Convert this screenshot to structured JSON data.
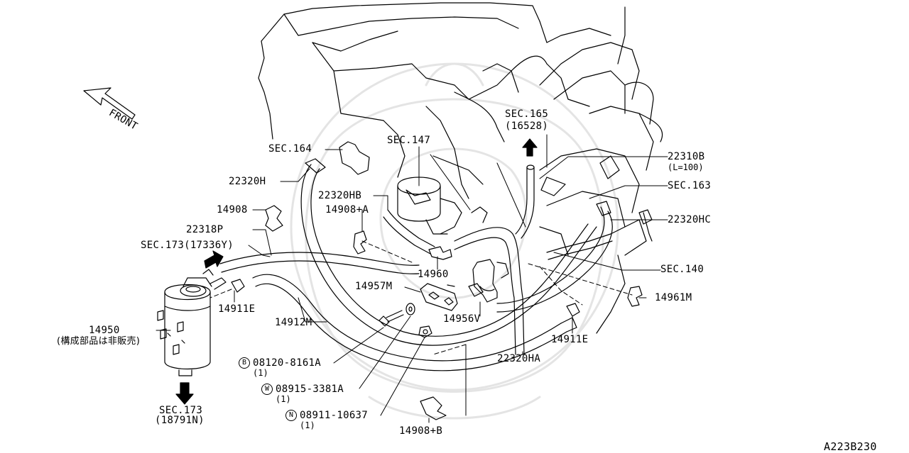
{
  "labels": {
    "front": "FRONT",
    "sec164": "SEC.164",
    "sec147": "SEC.147",
    "sec165": "SEC.165",
    "sec165_sub": "(16528)",
    "p22310b": "22310B",
    "p22310b_sub": "(L=100)",
    "sec163": "SEC.163",
    "p22320h": "22320H",
    "p22320hb": "22320HB",
    "p14908": "14908",
    "p14908a": "14908+A",
    "p22320hc": "22320HC",
    "p22318p": "22318P",
    "sec173_top": "SEC.173(17336Y)",
    "p14960": "14960",
    "sec140": "SEC.140",
    "p14957m": "14957M",
    "p14961m": "14961M",
    "p14911e_left": "14911E",
    "p14912m": "14912M",
    "p14956v": "14956V",
    "p14950": "14950",
    "p14950_note": "(構成部品は非販売)",
    "p14911e_right": "14911E",
    "bolt_prefix": "B",
    "bolt_part": "08120-8161A",
    "bolt_qty": "(1)",
    "p22320ha": "22320HA",
    "washer_prefix": "W",
    "washer_part": "08915-3381A",
    "washer_qty": "(1)",
    "nut_prefix": "N",
    "nut_part": "08911-10637",
    "nut_qty": "(1)",
    "sec173_bottom": "SEC.173",
    "sec173_bottom_sub": "(18791N)",
    "p14908b": "14908+B",
    "diagram_code": "A223B230"
  }
}
